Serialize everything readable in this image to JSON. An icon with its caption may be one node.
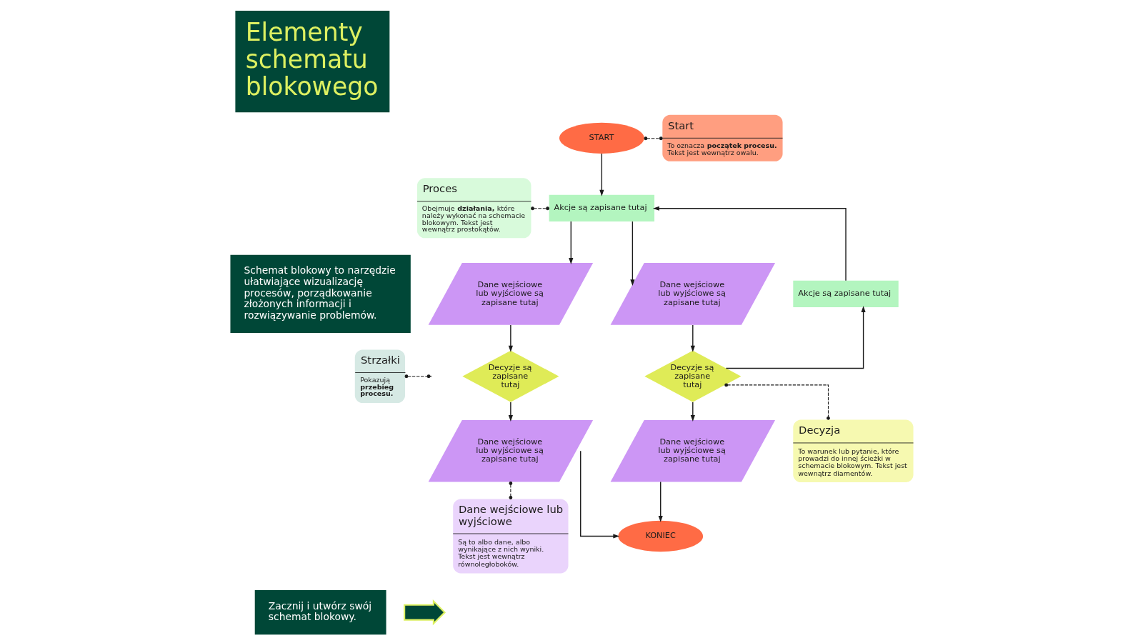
{
  "diagram": {
    "title": "Elementy schematu blokowego",
    "nodes": [
      {
        "text": [
          "START"
        ]
      },
      {
        "text": [
          "Start",
          "To oznacza **początek procesu.** Tekst jest wewnątrz owalu."
        ]
      },
      {
        "text": [
          "Proces",
          "Obejmuje **działania,** które należy wykonać na schemacie blokowym. Tekst jest wewnątrz prostokątów."
        ]
      },
      {
        "text": [
          "Akcje są zapisane tutaj"
        ]
      },
      {
        "text": [
          "Dane wejściowe lub wyjściowe są zapisane tutaj"
        ]
      },
      {
        "text": [
          "Dane wejściowe lub wyjściowe są zapisane tutaj"
        ]
      },
      {
        "text": [
          "Akcje są zapisane tutaj"
        ]
      },
      {
        "text": [
          "Strzałki",
          "Pokazują **przebieg procesu.**"
        ]
      },
      {
        "text": [
          "Decyzje są zapisane tutaj"
        ]
      },
      {
        "text": [
          "Decyzje są zapisane tutaj"
        ]
      },
      {
        "text": [
          "Dane wejściowe lub wyjściowe są zapisane tutaj"
        ]
      },
      {
        "text": [
          "Dane wejściowe lub wyjściowe są zapisane tutaj"
        ]
      },
      {
        "text": [
          "Decyzja",
          "To warunek lub pytanie, które prowadzi do innej ścieżki w schemacie blokowym. Tekst jest wewnątrz diamentów."
        ]
      },
      {
        "text": [
          "Dane wejściowe lub wyjściowe",
          "Są to albo dane, albo wynikające z nich wyniki. Tekst jest wewnątrz równoległoboków."
        ]
      },
      {
        "text": [
          "KONIEC"
        ]
      },
      {
        "text": [],
        "shape": "arrow"
      }
    ],
    "edges": [
      {
        "from": 0,
        "to": 3,
        "arrow": "to"
      },
      {
        "from": 3,
        "to": 4,
        "arrow": "to"
      },
      {
        "from": 3,
        "to": 5,
        "arrow": "to"
      },
      {
        "from": 4,
        "to": 8,
        "arrow": "to"
      },
      {
        "from": 5,
        "to": 9,
        "arrow": "to"
      },
      {
        "from": 9,
        "to": 6,
        "arrow": "to"
      },
      {
        "from": 6,
        "to": 3,
        "arrow": "to"
      },
      {
        "from": 8,
        "to": 10,
        "arrow": "to"
      },
      {
        "from": 9,
        "to": 11,
        "arrow": "to"
      },
      {
        "from": 10,
        "to": 14,
        "arrow": "to"
      },
      {
        "from": 11,
        "to": 14,
        "arrow": "to"
      },
      {
        "from": 0,
        "to": 1,
        "arrow": "other",
        "style": "dashed"
      },
      {
        "from": 2,
        "to": 3,
        "arrow": "other",
        "style": "dashed"
      },
      {
        "from": 7,
        "to": null,
        "arrow": "other",
        "style": "dashed"
      },
      {
        "from": 9,
        "to": 12,
        "arrow": "other",
        "style": "dashed"
      },
      {
        "from": 10,
        "to": 13,
        "arrow": "other",
        "style": "dashed"
      }
    ],
    "labels": [
      "Schemat blokowy to narzędzie ułatwiające wizualizację procesów, porządkowanie złożonych informacji i rozwiązywanie problemów.",
      "Zacznij i utwórz swój schemat blokowy."
    ]
  }
}
